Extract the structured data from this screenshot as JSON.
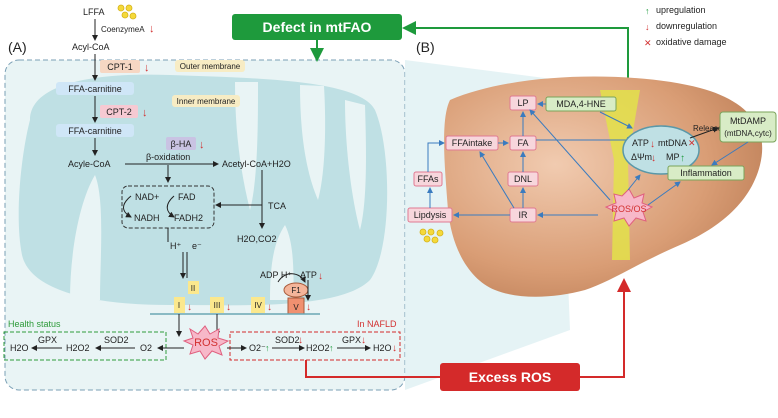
{
  "legend": {
    "upregulation": "upregulation",
    "downregulation": "downregulation",
    "oxidative_damage": "oxidative damage"
  },
  "banners": {
    "defect": "Defect in mtFAO",
    "excess_ros": "Excess ROS"
  },
  "panel_a": {
    "label": "(A)",
    "lffa": "LFFA",
    "coenzyme": "CoenzymeA",
    "acyl_coa": "Acyl-CoA",
    "cpt1": "CPT-1",
    "outer_membrane": "Outer membrane",
    "ffa_carnitine_1": "FFA-carnitine",
    "inner_membrane": "Inner membrane",
    "cpt2": "CPT-2",
    "ffa_carnitine_2": "FFA-carnitine",
    "beta_ha": "β-HA",
    "acyle_coa": "Acyle-CoA",
    "beta_oxidation": "β-oxidation",
    "acetyl_coa": "Acetyl-CoA+H2O",
    "nad": "NAD+",
    "fad": "FAD",
    "nadh": "NADH",
    "fadh2": "FADH2",
    "tca": "TCA",
    "h2o_co2": "H2O,CO2",
    "h_plus": "H⁺",
    "e_minus": "e⁻",
    "complex_ii": "II",
    "complex_i": "I",
    "complex_iii": "III",
    "complex_iv": "IV",
    "adp": "ADP H⁺",
    "atp": "ATP",
    "f1": "F1",
    "complex_v": "V",
    "health_status": "Health status",
    "in_nafld": "In NAFLD",
    "ros": "ROS",
    "health": {
      "h2o": "H2O",
      "gpx": "GPX",
      "h2o2": "H2O2",
      "sod2": "SOD2",
      "o2": "O2"
    },
    "nafld": {
      "o2": "O2⁻",
      "sod2": "SOD2",
      "h2o2": "H2O2",
      "gpx": "GPX",
      "h2o": "H2O"
    }
  },
  "panel_b": {
    "label": "(B)",
    "lp": "LP",
    "mda": "MDA,4-HNE",
    "ffa_intake": "FFAintake",
    "fa": "FA",
    "ffas": "FFAs",
    "dnl": "DNL",
    "lipdysis": "Lipdysis",
    "ir": "IR",
    "atp": "ATP",
    "mtdna": "mtDNA",
    "delta_psi": "ΔΨm",
    "mp": "MP",
    "release": "Release",
    "mtdamp": "MtDAMP",
    "mtdamp_sub": "(mtDNA,cytc)",
    "inflammation": "Inflammation",
    "ros_os": "ROS/OS"
  },
  "colors": {
    "green_banner": "#1e9a3c",
    "red_banner": "#d42a2a",
    "mito_fill": "#cfe7ea",
    "liver_fill": "#c98a62",
    "pink_box": "#f7d6dc",
    "green_box": "#d8ecc6",
    "blue_box": "#cfe6f7",
    "arrow_blue": "#3a7bbf"
  }
}
